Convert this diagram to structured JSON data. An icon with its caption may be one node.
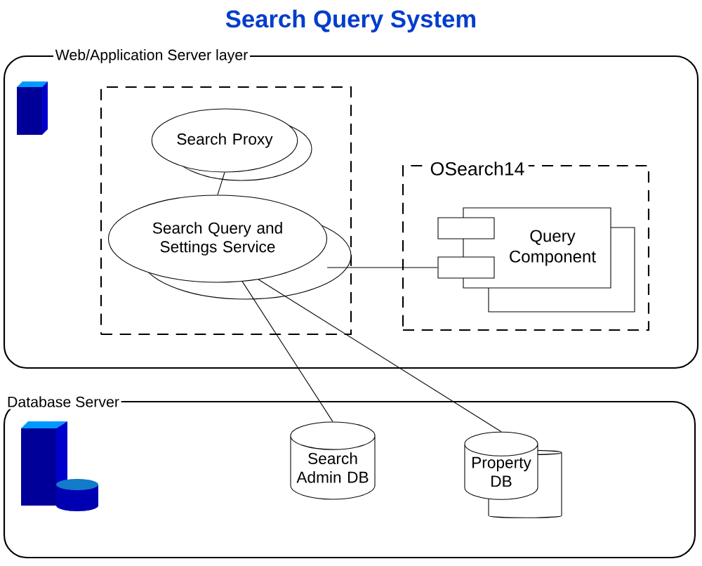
{
  "diagram": {
    "title": "Search Query System",
    "nodes": [
      {
        "text": [
          "Web/Application Server layer"
        ]
      },
      {
        "text": [],
        "shape": "box",
        "in": 0
      },
      {
        "text": [
          "Search Proxy"
        ],
        "in": 1
      },
      {
        "text": [
          "Search Query and Settings Service"
        ],
        "in": 1
      },
      {
        "text": [
          "OSearch14"
        ],
        "in": 0
      },
      {
        "text": [
          "Query Component"
        ],
        "in": 4
      },
      {
        "text": [
          "Database Server"
        ]
      },
      {
        "text": [
          "Search Admin DB"
        ],
        "in": 6
      },
      {
        "text": [
          "Property DB"
        ],
        "in": 6
      }
    ],
    "edges": [
      {
        "from": 2,
        "to": 3,
        "arrow": "none"
      },
      {
        "from": 3,
        "to": 5,
        "arrow": "none"
      },
      {
        "from": 3,
        "to": 7,
        "arrow": "none"
      },
      {
        "from": 3,
        "to": 8,
        "arrow": "none"
      }
    ]
  }
}
